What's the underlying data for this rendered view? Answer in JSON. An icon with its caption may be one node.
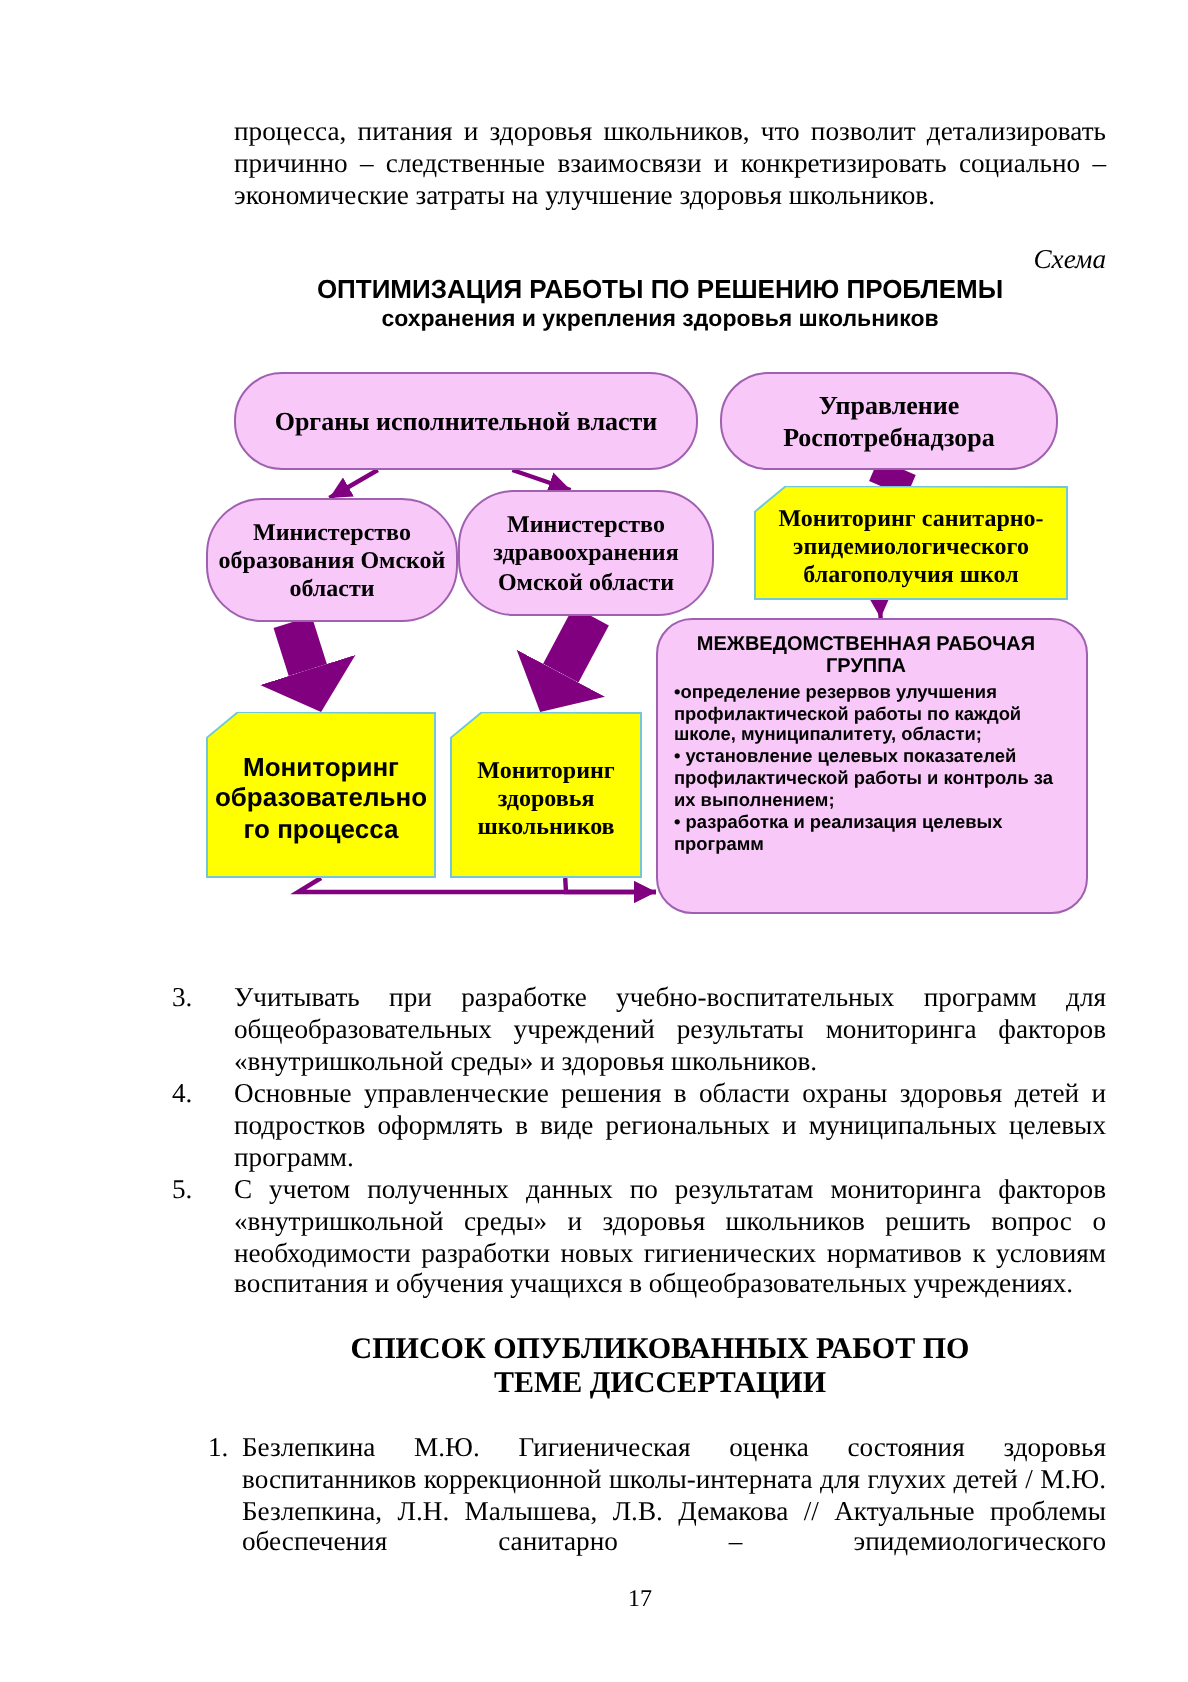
{
  "diagram": {
    "title": "ОПТИМИЗАЦИЯ РАБОТЫ ПО РЕШЕНИЮ ПРОБЛЕМЫ",
    "nodes": [
      {
        "text": [
          "Органы исполнительной власти"
        ]
      },
      {
        "text": [
          "Управление Роспотребнадзора"
        ]
      },
      {
        "text": [
          "Министерство образования Омской области"
        ]
      },
      {
        "text": [
          "Министерство здравоохранения Омской области"
        ]
      },
      {
        "text": [
          "Мониторинг санитарно-эпидемиологического благополучия школ"
        ]
      },
      {
        "text": [
          "Мониторинг образовательно го процесса"
        ]
      },
      {
        "text": [
          "Мониторинг здоровья школьников"
        ]
      },
      {
        "text": [
          "МЕЖВЕДОМСТВЕННАЯ РАБОЧАЯ ГРУППА",
          "•определение резервов улучшения профилактической работы по каждой школе, муниципалитету, области;",
          "• установление целевых показателей профилактической работы и контроль за их выполнением;",
          "• разработка и реализация целевых программ"
        ]
      }
    ],
    "edges": [
      {
        "from": 0,
        "to": 2,
        "arrow": "to"
      },
      {
        "from": 0,
        "to": 3,
        "arrow": "to"
      },
      {
        "from": 1,
        "to": 4,
        "arrow": "none",
        "style": "thick"
      },
      {
        "from": 2,
        "to": 5,
        "arrow": "to",
        "style": "thick"
      },
      {
        "from": 3,
        "to": 6,
        "arrow": "to",
        "style": "thick"
      },
      {
        "from": 4,
        "to": 7,
        "arrow": "to"
      },
      {
        "from": 5,
        "to": 7,
        "arrow": "to"
      },
      {
        "from": 6,
        "to": 7,
        "arrow": "to"
      }
    ],
    "labels": [
      "процесса, питания и здоровья школьников, что позволит детализировать причинно – следственные взаимосвязи и конкретизировать социально – экономические затраты на улучшение здоровья школьников.",
      "Схема",
      "сохранения и укрепления здоровья школьников",
      "3.",
      "Учитывать при разработке учебно-воспитательных программ для общеобразовательных учреждений результаты мониторинга факторов «внутришкольной среды» и здоровья школьников.",
      "4.",
      "Основные управленческие решения в области охраны здоровья детей и подростков оформлять в виде региональных и муниципальных целевых программ.",
      "5.",
      "С учетом полученных данных по результатам мониторинга факторов «внутришкольной среды» и здоровья школьников решить вопрос о необходимости разработки новых гигиенических нормативов к условиям воспитания и обучения учащихся в общеобразовательных учреждениях.",
      "СПИСОК ОПУБЛИКОВАННЫХ РАБОТ ПО ТЕМЕ ДИССЕРТАЦИИ",
      "1.",
      "Безлепкина М.Ю. Гигиеническая оценка состояния здоровья воспитанников коррекционной школы-интерната для глухих детей / М.Ю. Безлепкина, Л.Н. Малышева, Л.В. Демакова // Актуальные проблемы обеспечения санитарно – эпидемиологического",
      "17"
    ]
  }
}
